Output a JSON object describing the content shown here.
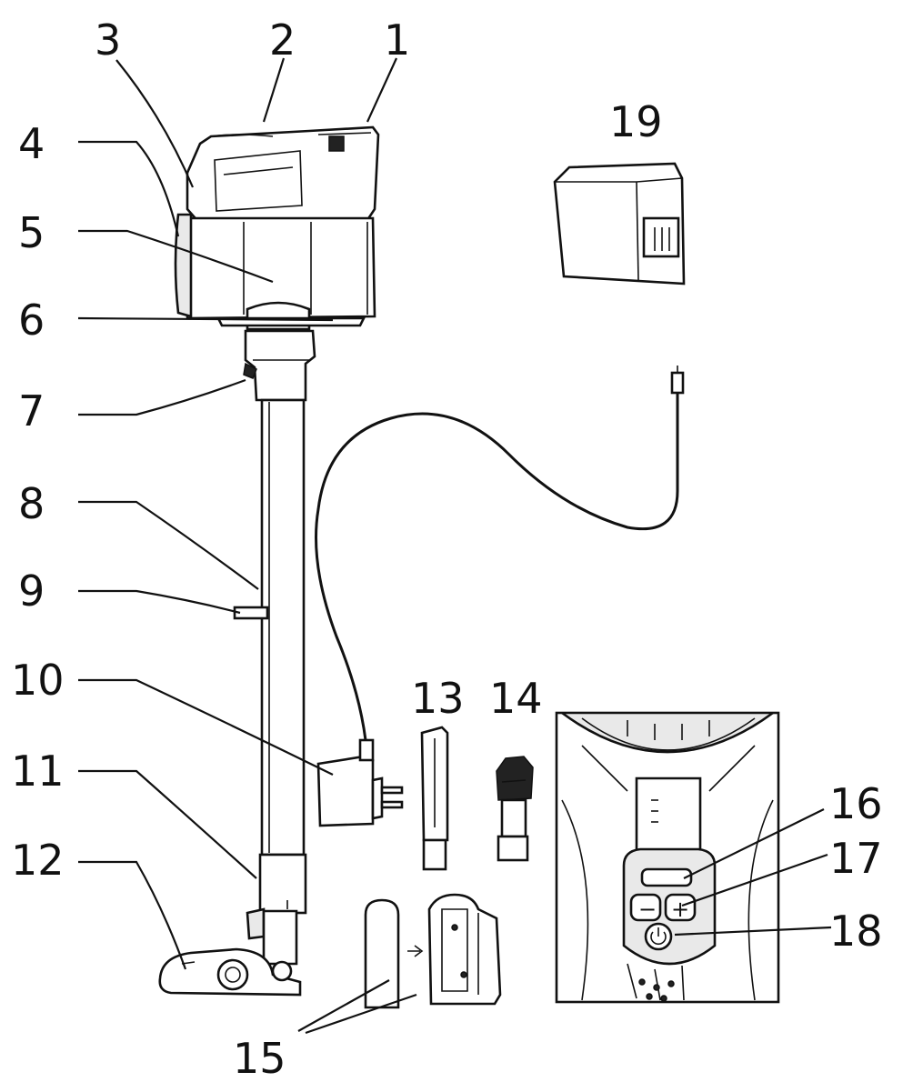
{
  "labels": {
    "l1": "1",
    "l2": "2",
    "l3": "3",
    "l4": "4",
    "l5": "5",
    "l6": "6",
    "l7": "7",
    "l8": "8",
    "l9": "9",
    "l10": "10",
    "l11": "11",
    "l12": "12",
    "l13": "13",
    "l14": "14",
    "l15": "15",
    "l16": "16",
    "l17": "17",
    "l18": "18",
    "l19": "19"
  },
  "panel": {
    "minus_symbol": "−",
    "plus_symbol": "+"
  },
  "icons": {
    "power": "power-icon",
    "filter": "filter-arrow-icon"
  }
}
